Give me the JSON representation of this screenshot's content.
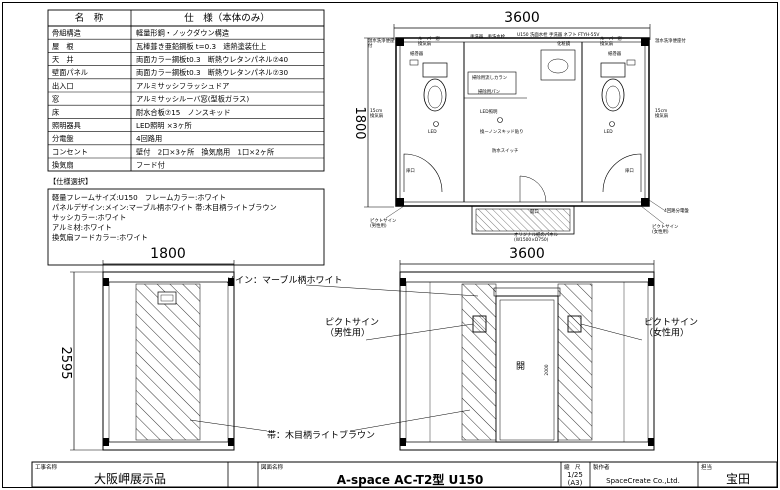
{
  "spec_table": {
    "header_name": "名　称",
    "header_spec": "仕　様（本体のみ）",
    "rows": [
      {
        "name": "骨組構造",
        "spec": "軽量形鋼・ノックダウン構造"
      },
      {
        "name": "屋　根",
        "spec": "瓦棒葺き亜鉛鋼板 t=0.3　遮熱塗装仕上"
      },
      {
        "name": "天　井",
        "spec": "両面カラー鋼板t0.3　断熱ウレタンパネル⑦40"
      },
      {
        "name": "壁面パネル",
        "spec": "両面カラー鋼板t0.3　断熱ウレタンパネル⑦30"
      },
      {
        "name": "出入口",
        "spec": "アルミサッシフラッシュドア"
      },
      {
        "name": "窓",
        "spec": "アルミサッシルーバ窓(型板ガラス)"
      },
      {
        "name": "床",
        "spec": "耐水合板⑦15　ノンスキッド"
      },
      {
        "name": "照明器具",
        "spec": "LED照明 ×3ヶ所"
      },
      {
        "name": "分電盤",
        "spec": "4回路用"
      },
      {
        "name": "コンセント",
        "spec": "壁付　2口×3ヶ所　換気扇用　1口×2ヶ所"
      },
      {
        "name": "換気扇",
        "spec": "フード付"
      }
    ]
  },
  "selection": {
    "title": "【仕様選択】",
    "lines": [
      "軽量フレームサイズ:U150　フレームカラー:ホワイト",
      "パネルデザイン:メイン:マーブル柄ホワイト 帯:木目柄ライトブラウン",
      "サッシカラー:ホワイト",
      "アルミ材:ホワイト",
      "換気扇フードカラー:ホワイト"
    ]
  },
  "plan": {
    "width_dim": "3600",
    "depth_dim": "1800",
    "labels": {
      "louver_left": "ルーバー窓\n換気扇",
      "louver_right": "ルーバー窓\n換気扇",
      "paper_left": "紙巻器",
      "paper_right": "紙巻器",
      "water_fitting_left": "温水洗浄便座\n付",
      "water_fitting_right": "温水洗浄便座付",
      "top_center_a": "手洗器　手洗水栓",
      "top_center_b": "U150 洗面水栓 手洗器 ネフト FTYH-55V",
      "top_center_c": "化粧鏡",
      "top_right_note": "ルーバー窓\n換気扇",
      "cleaning_sink": "掃除用流しカラン",
      "drain_pan": "掃除用パン",
      "led_center": "LED照明",
      "cord_switch": "換ーノンスキッド貼り",
      "waterproof_switch": "防水スイッチ",
      "led_left": "LED",
      "led_right": "LED",
      "door_left": "扉口",
      "door_right": "扉口",
      "exhaust_left": "15cm\n換気扇",
      "exhaust_right": "15cm\n換気扇",
      "pictsign_male": "ピクトサイン\n(男性用)",
      "pictsign_female": "ピクトサイン\n(女性用)",
      "panel_board": "4回路分電盤",
      "original_panel": "オリジナル紙のパネル\n(W1500×D750)",
      "open_mark": "開口"
    }
  },
  "side": {
    "width_dim": "1800",
    "height_dim": "2595"
  },
  "front": {
    "width_dim": "3600",
    "door_height": "2000",
    "door_label": "開",
    "main_callout": "メイン：マーブル柄ホワイト",
    "band_callout": "帯：木目柄ライトブラウン",
    "pict_male": "ピクトサイン\n（男性用）",
    "pict_female": "ピクトサイン\n（女性用）"
  },
  "title_block": {
    "client_label": "工事名称",
    "client_value": "大阪岬展示品",
    "drawing_name_label": "図面名称",
    "drawing_name": "A-space AC-T2型 U150",
    "scale_label": "縮　尺",
    "scale_value": "1/25",
    "paper_value": "(A3)",
    "company_label": "製作者",
    "company_value": "SpaceCreate Co.,Ltd.",
    "drawer_label": "担当",
    "drawer_value": "宝田"
  }
}
